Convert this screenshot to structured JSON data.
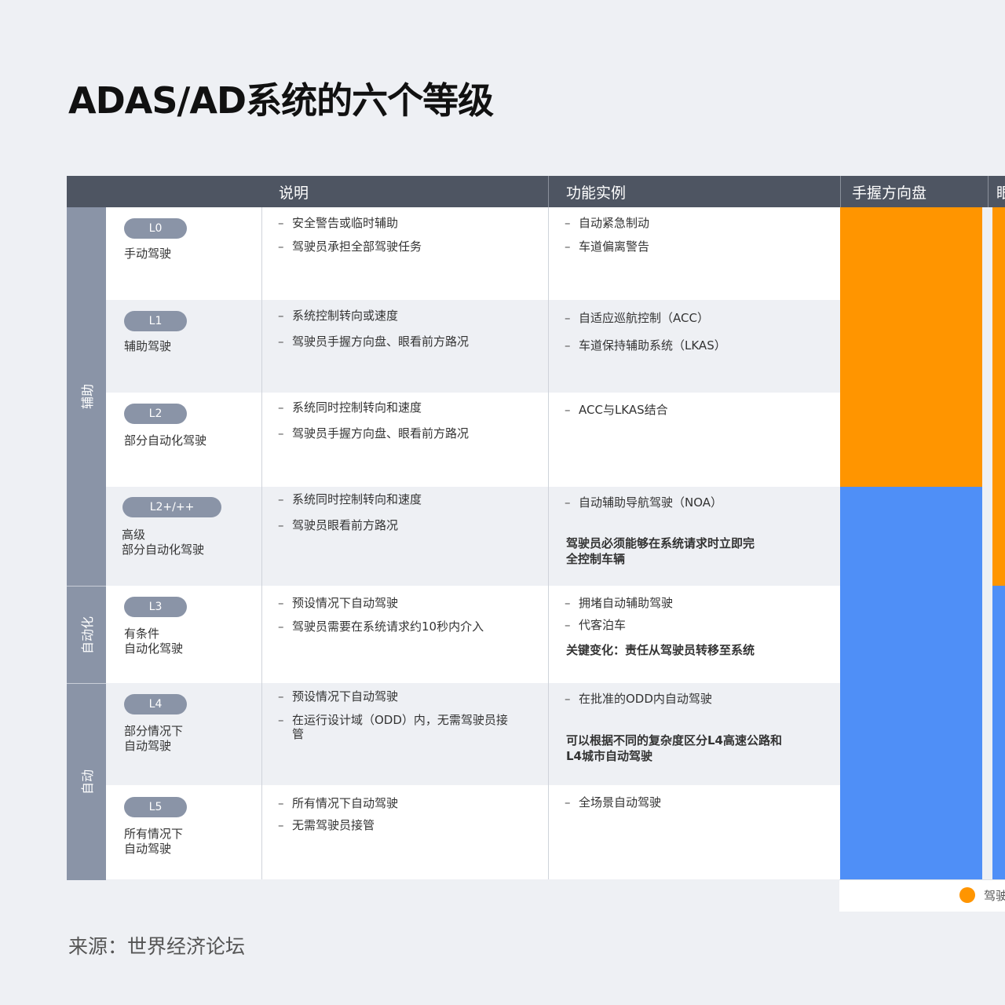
{
  "title": "ADAS/AD系统的六个等级",
  "header": {
    "col_description": "说明",
    "col_examples": "功能实例",
    "col_hands": "手握方向盘",
    "col_eyes": "眼"
  },
  "categories": [
    "辅助",
    "自动化",
    "自动"
  ],
  "rows": [
    {
      "level": "L0",
      "name": "手动驾驶",
      "desc": [
        "安全警告或临时辅助",
        "驾驶员承担全部驾驶任务"
      ],
      "examples": [
        "自动紧急制动",
        "车道偏离警告"
      ],
      "note": ""
    },
    {
      "level": "L1",
      "name": "辅助驾驶",
      "desc": [
        "系统控制转向或速度",
        "驾驶员手握方向盘、眼看前方路况"
      ],
      "examples": [
        "自适应巡航控制（ACC）",
        "车道保持辅助系统（LKAS）"
      ],
      "note": ""
    },
    {
      "level": "L2",
      "name": "部分自动化驾驶",
      "desc": [
        "系统同时控制转向和速度",
        "驾驶员手握方向盘、眼看前方路况"
      ],
      "examples": [
        "ACC与LKAS结合"
      ],
      "note": ""
    },
    {
      "level": "L2+/++",
      "name": "高级\n部分自动化驾驶",
      "desc": [
        "系统同时控制转向和速度",
        "驾驶员眼看前方路况"
      ],
      "examples": [
        "自动辅助导航驾驶（NOA）"
      ],
      "note": "驾驶员必须能够在系统请求时立即完全控制车辆"
    },
    {
      "level": "L3",
      "name": "有条件\n自动化驾驶",
      "desc": [
        "预设情况下自动驾驶",
        "驾驶员需要在系统请求约10秒内介入"
      ],
      "examples": [
        "拥堵自动辅助驾驶",
        "代客泊车"
      ],
      "note": "关键变化：责任从驾驶员转移至系统"
    },
    {
      "level": "L4",
      "name": "部分情况下\n自动驾驶",
      "desc": [
        "预设情况下自动驾驶",
        "在运行设计域（ODD）内，无需驾驶员接管"
      ],
      "examples": [
        "在批准的ODD内自动驾驶"
      ],
      "note": "可以根据不同的复杂度区分L4高速公路和L4城市自动驾驶"
    },
    {
      "level": "L5",
      "name": "所有情况下\n自动驾驶",
      "desc": [
        "所有情况下自动驾驶",
        "无需驾驶员接管"
      ],
      "examples": [
        "全场景自动驾驶"
      ],
      "note": ""
    }
  ],
  "bars": {
    "hands_orange_rows": 3,
    "eyes_orange_rows": 4,
    "orange": "#ff9500",
    "blue": "#4f8ff7"
  },
  "legend": {
    "label": "驾驶"
  },
  "source": "来源：世界经济论坛"
}
